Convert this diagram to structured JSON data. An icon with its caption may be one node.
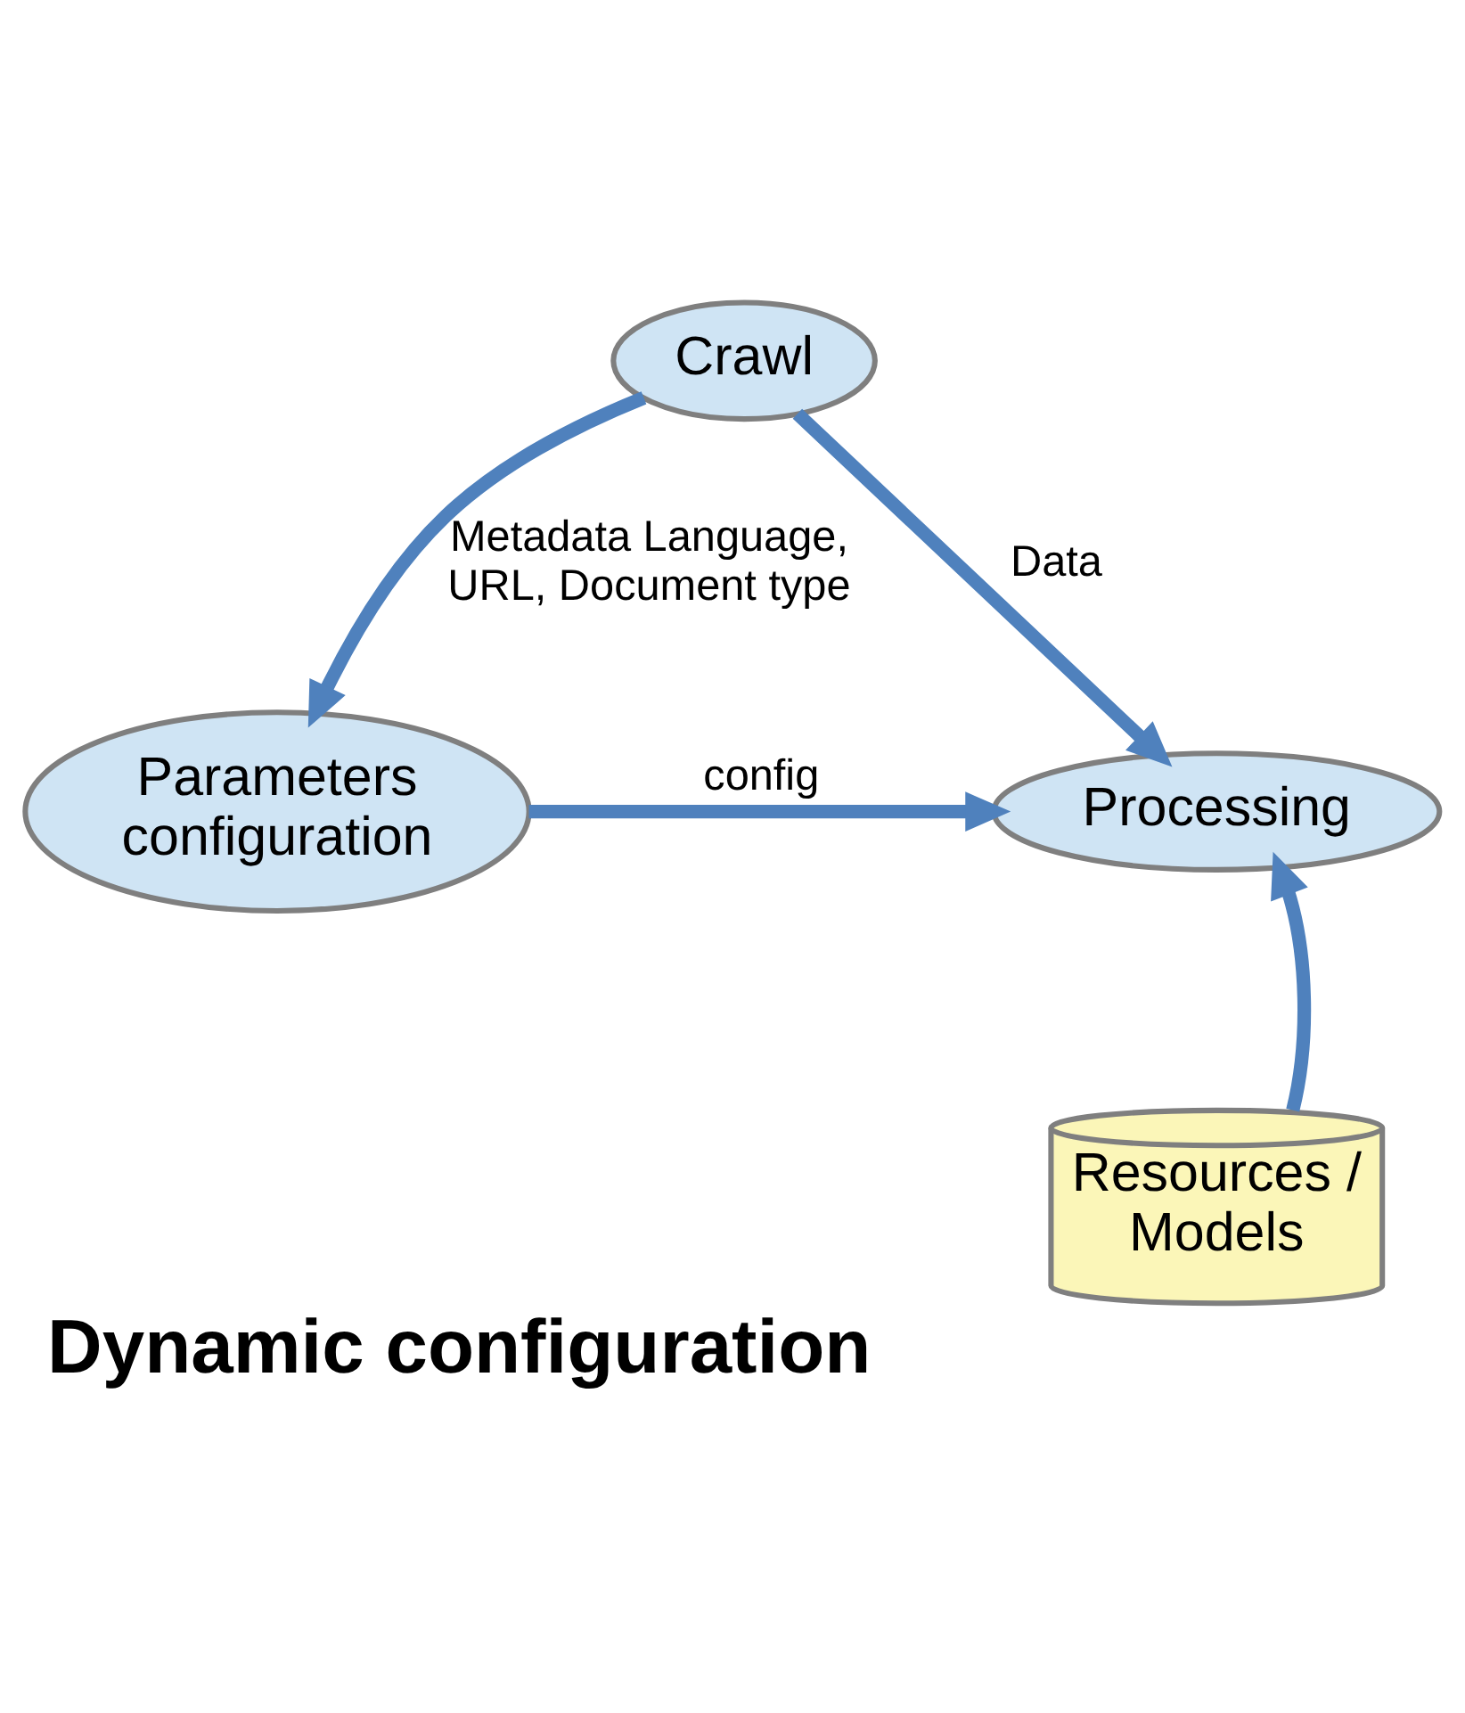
{
  "diagram": {
    "title": "Dynamic configuration",
    "nodes": [
      {
        "text": [
          "Crawl"
        ]
      },
      {
        "text": [
          "Parameters configuration"
        ]
      },
      {
        "text": [
          "Processing"
        ]
      },
      {
        "text": [
          "Resources / Models"
        ]
      }
    ],
    "edges": [
      {
        "from": 0,
        "to": 1,
        "arrow": "to",
        "label": "Metadata Language, URL, Document type"
      },
      {
        "from": 0,
        "to": 2,
        "arrow": "to",
        "label": "Data"
      },
      {
        "from": 1,
        "to": 2,
        "arrow": "to",
        "label": "config"
      },
      {
        "from": 3,
        "to": 2,
        "arrow": "to"
      }
    ]
  }
}
